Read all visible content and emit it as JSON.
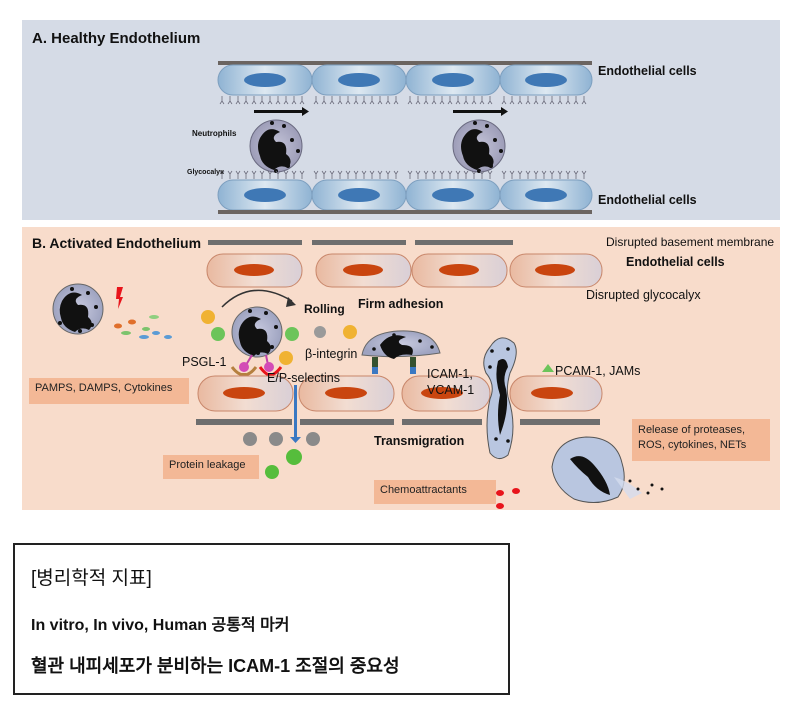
{
  "figure": {
    "panel_a": {
      "title": "A. Healthy Endothelium",
      "labels": {
        "endothelial_top": "Endothelial cells",
        "endothelial_bottom": "Endothelial cells",
        "neutrophils": "Neutrophils",
        "glycocalyx": "Glycocalyx"
      },
      "colors": {
        "background": "#d5dbe6",
        "cell": "#a9c6de",
        "nucleus": "#3f78b5",
        "membrane": "#6b6460"
      }
    },
    "panel_b": {
      "title": "B. Activated Endothelium",
      "labels": {
        "disrupted_basement_membrane": "Disrupted basement membrane",
        "endothelial_cells": "Endothelial cells",
        "disrupted_glycocalyx": "Disrupted glycocalyx",
        "rolling": "Rolling",
        "firm_adhesion": "Firm adhesion",
        "psgl1": "PSGL-1",
        "beta_integrin": "β-integrin",
        "ep_selectins": "E/P-selectins",
        "icam_vcam_line1": "ICAM-1,",
        "icam_vcam_line2": "VCAM-1",
        "pcam_jams": "PCAM-1, JAMs",
        "transmigration": "Transmigration"
      },
      "boxes": {
        "pamps": "PAMPS, DAMPS, Cytokines",
        "protein_leakage": "Protein leakage",
        "chemoattractants": "Chemoattractants",
        "release_line1": "Release of proteases,",
        "release_line2": "ROS, cytokines, NETs"
      },
      "colors": {
        "background": "#f8dccb",
        "box": "#f3b896",
        "cell_nucleus": "#c9450f",
        "membrane": "#6e6e6e"
      }
    }
  },
  "summary": {
    "heading": "[병리학적 지표]",
    "line1": "In vitro, In vivo, Human 공통적 마커",
    "line2": "혈관 내피세포가 분비하는 ICAM-1 조절의 중요성"
  }
}
